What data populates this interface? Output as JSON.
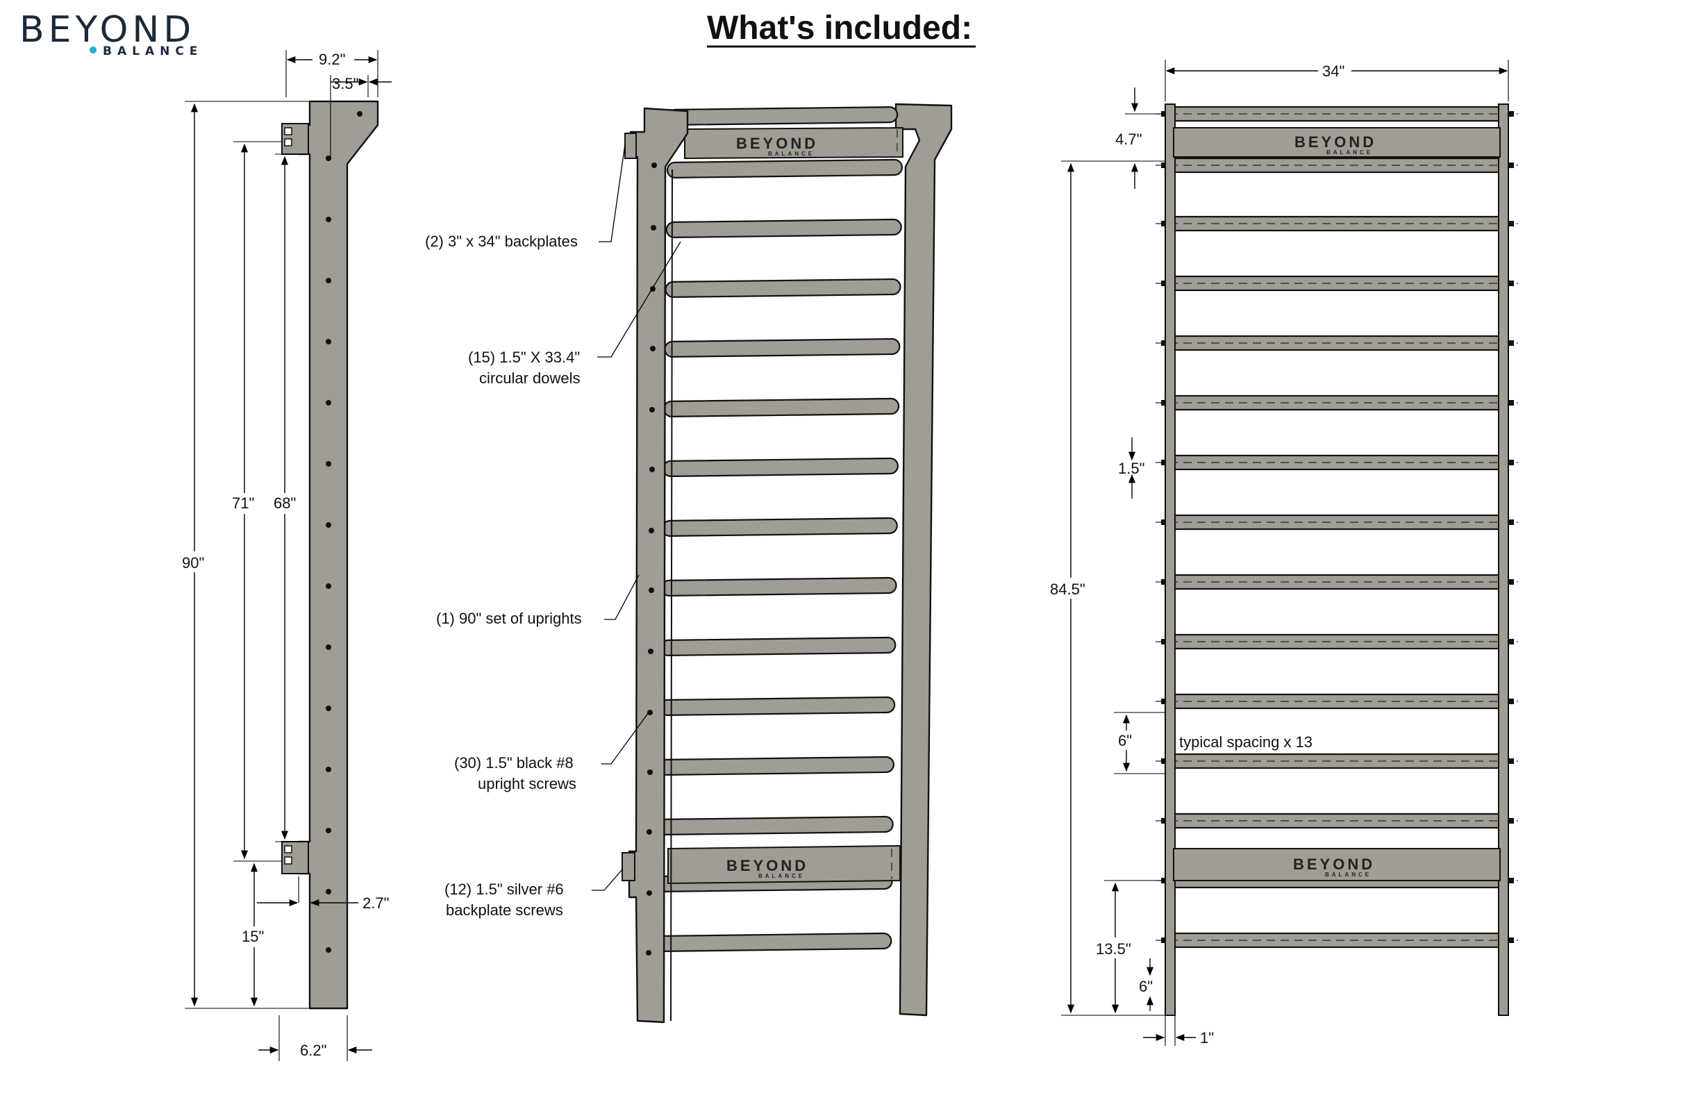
{
  "logo": {
    "line1": "BEYOND",
    "line2": "BALANCE",
    "accent_color": "#2aa8d8"
  },
  "title": "What's included:",
  "side_view": {
    "dims": {
      "top_width": "9.2\"",
      "top_offset": "3.5\"",
      "total_height": "90\"",
      "backplate_span_outer": "71\"",
      "backplate_span_inner": "68\"",
      "bottom_offset": "15\"",
      "upright_depth": "2.7\"",
      "bottom_width": "6.2\""
    }
  },
  "perspective_view": {
    "callouts": [
      {
        "id": "backplates",
        "lines": [
          "(2) 3\" x 34\" backplates"
        ]
      },
      {
        "id": "dowels",
        "lines": [
          "(15) 1.5\" X 33.4\"",
          "circular dowels"
        ]
      },
      {
        "id": "uprights",
        "lines": [
          "(1) 90\" set of uprights"
        ]
      },
      {
        "id": "upright-screws",
        "lines": [
          "(30) 1.5\" black #8",
          "upright screws"
        ]
      },
      {
        "id": "backplate-screws",
        "lines": [
          "(12) 1.5\" silver #6",
          "backplate screws"
        ]
      }
    ],
    "plate_logo": {
      "line1": "BEYOND",
      "line2": "BALANCE"
    }
  },
  "front_view": {
    "dims": {
      "width": "34\"",
      "top_gap": "4.7\"",
      "height": "84.5\"",
      "dowel_dia": "1.5\"",
      "spacing": "6\"",
      "spacing_note": "typical spacing x 13",
      "bottom_rise": "13.5\"",
      "bottom_spacing": "6\"",
      "upright_width": "1\""
    },
    "plate_logo": {
      "line1": "BEYOND",
      "line2": "BALANCE"
    }
  }
}
